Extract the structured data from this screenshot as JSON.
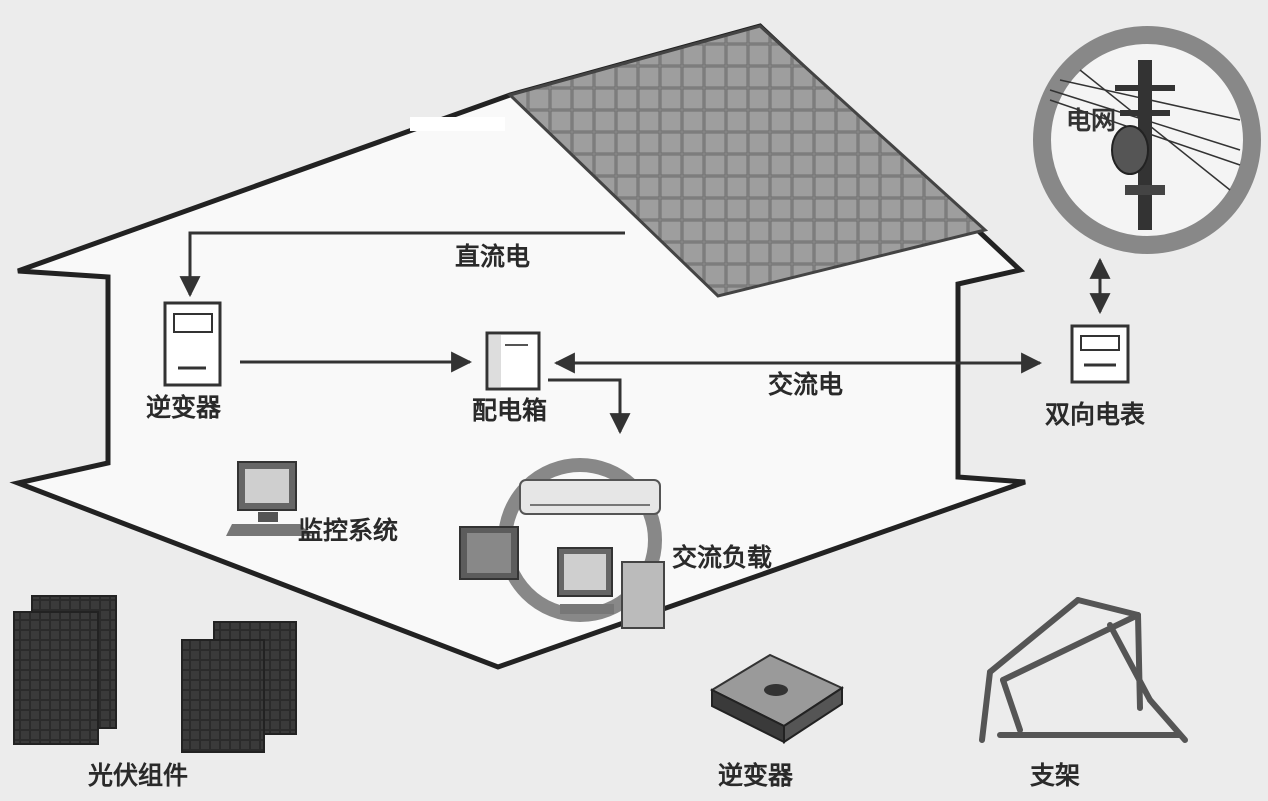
{
  "labels": {
    "dc": "直流电",
    "ac": "交流电",
    "inverter_inside": "逆变器",
    "distribution_box": "配电箱",
    "bidirectional_meter": "双向电表",
    "grid": "电网",
    "monitoring": "监控系统",
    "ac_load": "交流负载",
    "pv_modules": "光伏组件",
    "inverter_product": "逆变器",
    "bracket": "支架"
  }
}
